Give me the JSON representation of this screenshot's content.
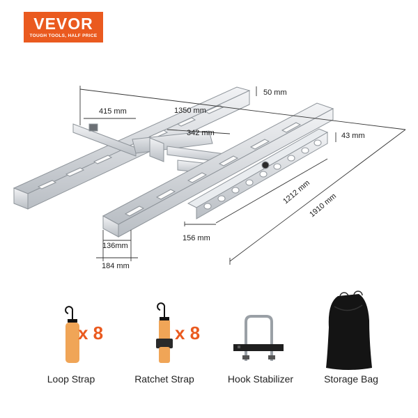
{
  "brand": {
    "name": "VEVOR",
    "tagline": "TOUGH TOOLS, HALF PRICE",
    "color": "#ea5a1f"
  },
  "dimensions": {
    "top_width": "50 mm",
    "arm": "415 mm",
    "length_top": "1350 mm",
    "cross": "342 mm",
    "height": "43 mm",
    "length_side": "1212 mm",
    "overall": "1910 mm",
    "channel_inner": "136mm",
    "channel_outer": "184 mm",
    "ramp_width": "156 mm"
  },
  "accessories": [
    {
      "label": "Loop Strap",
      "qty": "x 8",
      "icon": "loop-strap-icon"
    },
    {
      "label": "Ratchet Strap",
      "qty": "x 8",
      "icon": "ratchet-strap-icon"
    },
    {
      "label": "Hook Stabilizer",
      "qty": "",
      "icon": "hook-stabilizer-icon"
    },
    {
      "label": "Storage Bag",
      "qty": "",
      "icon": "storage-bag-icon"
    }
  ]
}
